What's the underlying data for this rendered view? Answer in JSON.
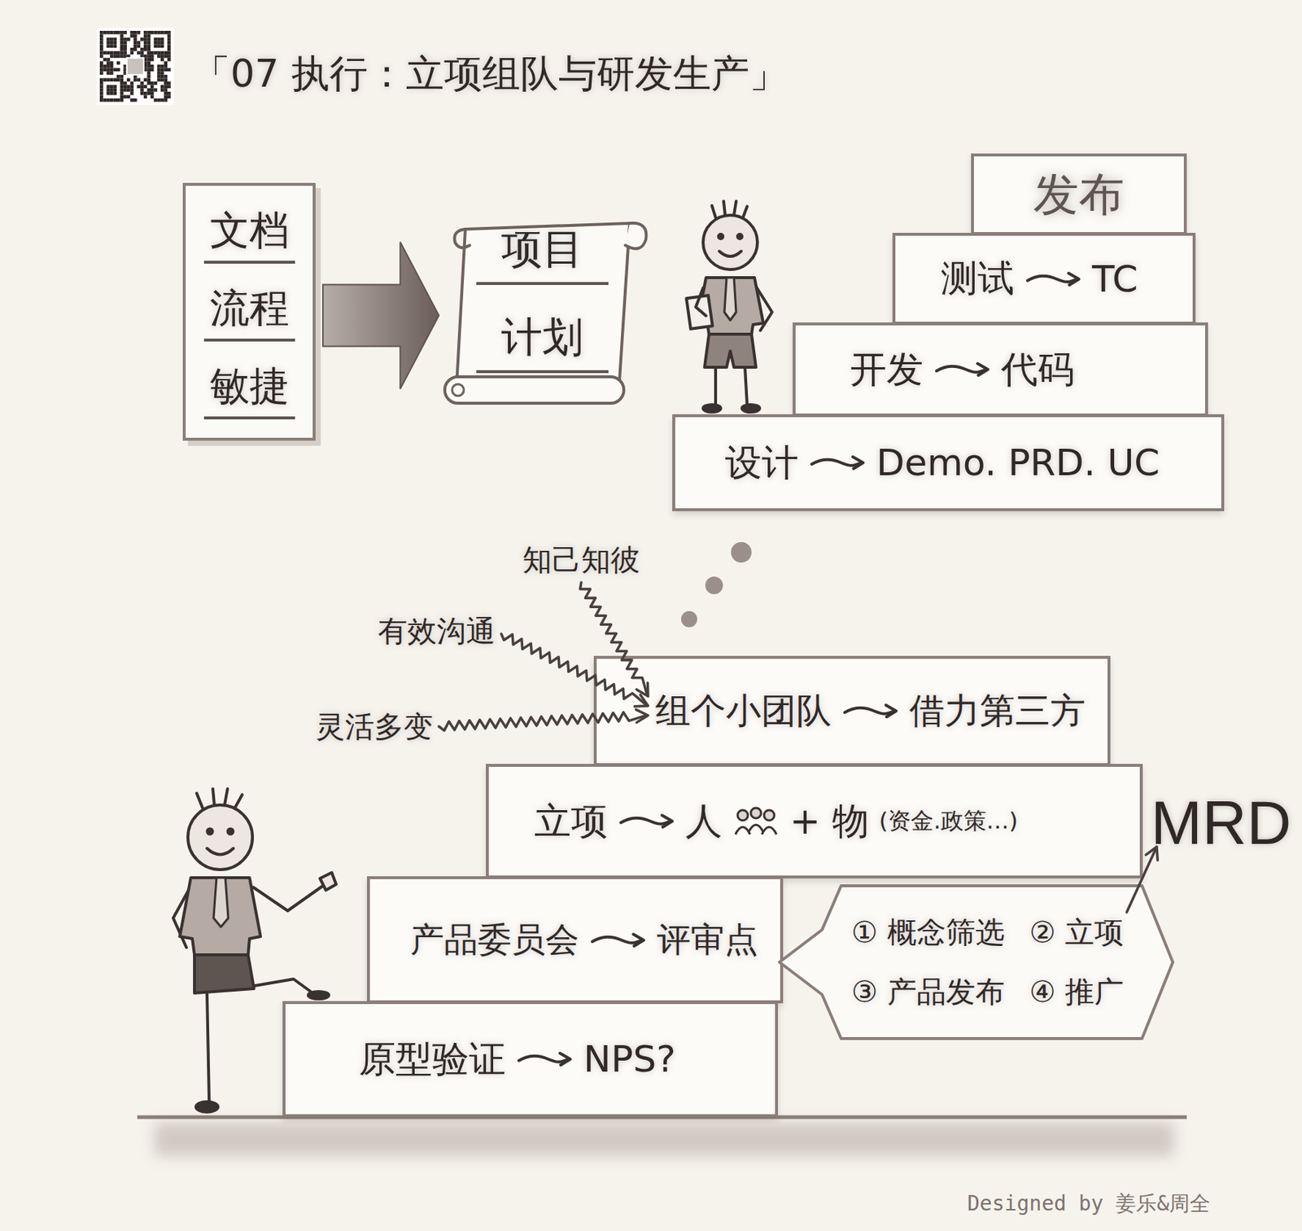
{
  "diagram": {
    "title": "「07 执行：立项组队与研发生产」",
    "caption": "Designed by 姜乐&周全",
    "nodes": [
      {
        "text": [
          "文档",
          "流程",
          "敏捷"
        ]
      },
      {
        "text": [
          "项目",
          "计划"
        ]
      },
      {
        "text": [
          "发布"
        ]
      },
      {
        "text": [
          "测试",
          "TC"
        ]
      },
      {
        "text": [
          "开发",
          "代码"
        ]
      },
      {
        "text": [
          "设计",
          "Demo. PRD. UC"
        ]
      },
      {
        "text": [
          "组个小团队",
          "借力第三方"
        ]
      },
      {
        "text": [
          "立项",
          "人",
          "+ 物",
          "(资金.政策…)"
        ]
      },
      {
        "text": [
          "产品委员会",
          "评审点"
        ]
      },
      {
        "text": [
          "原型验证",
          "NPS?"
        ]
      },
      {
        "text": [
          "① 概念筛选",
          "② 立项",
          "③ 产品发布",
          "④ 推广"
        ]
      }
    ],
    "edges": [
      {
        "from": 0,
        "to": 1,
        "arrow": "to"
      }
    ],
    "labels": [
      "知己知彼",
      "有效沟通",
      "灵活多变",
      "MRD"
    ]
  }
}
